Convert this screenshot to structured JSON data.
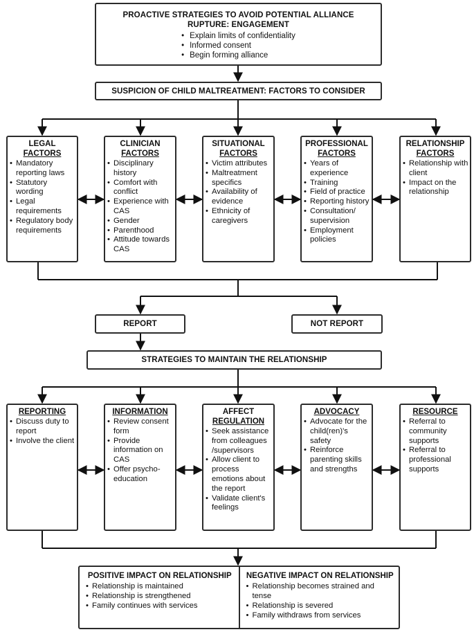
{
  "engagement": {
    "title": "PROACTIVE STRATEGIES TO AVOID POTENTIAL ALLIANCE RUPTURE: ENGAGEMENT",
    "items": [
      "Explain limits of confidentiality",
      "Informed consent",
      "Begin forming alliance"
    ]
  },
  "suspicion": {
    "title": "SUSPICION OF CHILD MALTREATMENT: FACTORS TO CONSIDER"
  },
  "factors": [
    {
      "title_top": "LEGAL",
      "title_bottom": "FACTORS",
      "items": [
        "Mandatory reporting laws",
        "Statutory wording",
        "Legal requirements",
        "Regulatory body requirements"
      ]
    },
    {
      "title_top": "CLINICIAN",
      "title_bottom": "FACTORS",
      "items": [
        "Disciplinary history",
        "Comfort with conflict",
        "Experience with CAS",
        "Gender",
        "Parenthood",
        "Attitude towards CAS"
      ]
    },
    {
      "title_top": "SITUATIONAL",
      "title_bottom": "FACTORS",
      "items": [
        "Victim attributes",
        "Maltreatment specifics",
        "Availability of evidence",
        "Ethnicity of caregivers"
      ]
    },
    {
      "title_top": "PROFESSIONAL",
      "title_bottom": "FACTORS",
      "items": [
        "Years of experience",
        "Training",
        "Field of practice",
        "Reporting history",
        "Consultation/ supervision",
        "Employment policies"
      ]
    },
    {
      "title_top": "RELATIONSHIP",
      "title_bottom": "FACTORS",
      "items": [
        "Relationship with client",
        "Impact on the relationship"
      ]
    }
  ],
  "decision": {
    "report": "REPORT",
    "not_report": "NOT REPORT"
  },
  "strategies": {
    "title": "STRATEGIES TO MAINTAIN THE RELATIONSHIP"
  },
  "strategy_boxes": [
    {
      "title_top": "",
      "title_bottom": "REPORTING",
      "items": [
        "Discuss duty to report",
        "Involve the client"
      ]
    },
    {
      "title_top": "",
      "title_bottom": "INFORMATION",
      "items": [
        "Review consent form",
        "Provide information on CAS",
        "Offer psycho-education"
      ]
    },
    {
      "title_top": "AFFECT",
      "title_bottom": "REGULATION",
      "items": [
        "Seek assistance from colleagues /supervisors",
        "Allow client to process emotions about the report",
        "Validate client's feelings"
      ]
    },
    {
      "title_top": "",
      "title_bottom": "ADVOCACY",
      "items": [
        "Advocate for the child(ren)'s safety",
        "Reinforce parenting skills and strengths"
      ]
    },
    {
      "title_top": "",
      "title_bottom": "RESOURCE",
      "items": [
        "Referral to community supports",
        "Referral to professional supports"
      ]
    }
  ],
  "impact": {
    "positive": {
      "title": "POSITIVE IMPACT ON RELATIONSHIP",
      "items": [
        "Relationship is maintained",
        "Relationship is strengthened",
        "Family continues with services"
      ]
    },
    "negative": {
      "title": "NEGATIVE IMPACT ON RELATIONSHIP",
      "items": [
        "Relationship becomes strained and tense",
        "Relationship is severed",
        "Family withdraws from services"
      ]
    }
  }
}
